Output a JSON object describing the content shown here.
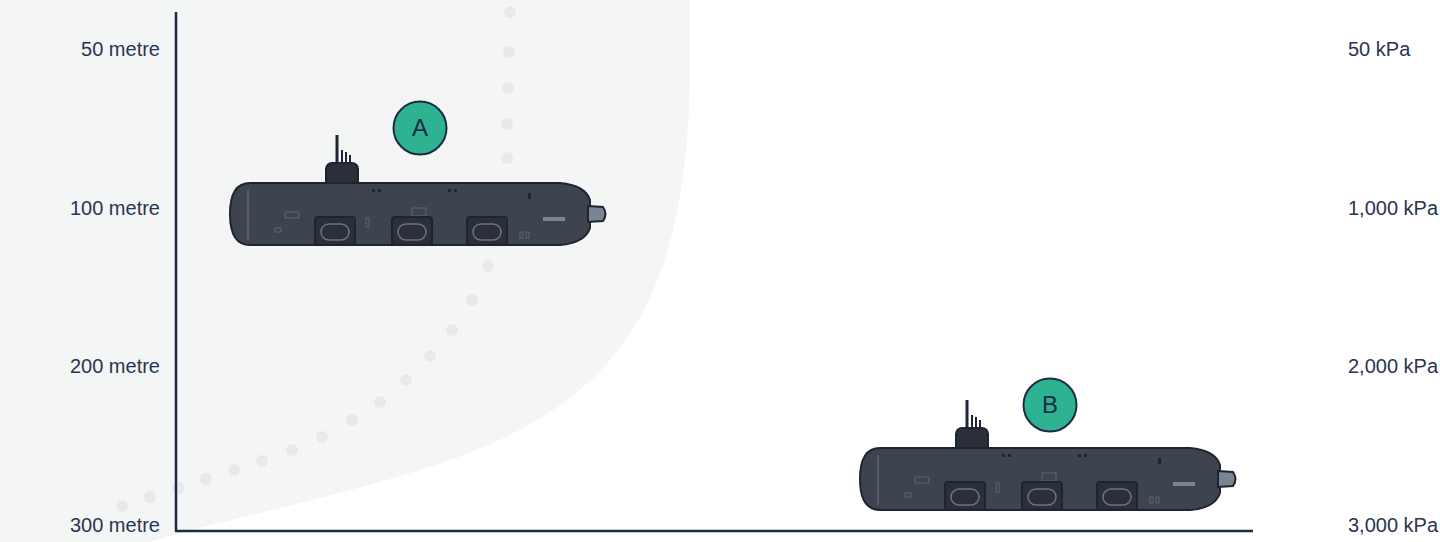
{
  "diagram": {
    "nodes": [
      {
        "text": [
          "A"
        ]
      },
      {
        "text": [
          "B"
        ]
      }
    ],
    "labels": [
      "50 metre",
      "50 kPa",
      "100 metre",
      "1,000 kPa",
      "200 metre",
      "2,000 kPa",
      "300 metre",
      "3,000 kPa"
    ]
  }
}
